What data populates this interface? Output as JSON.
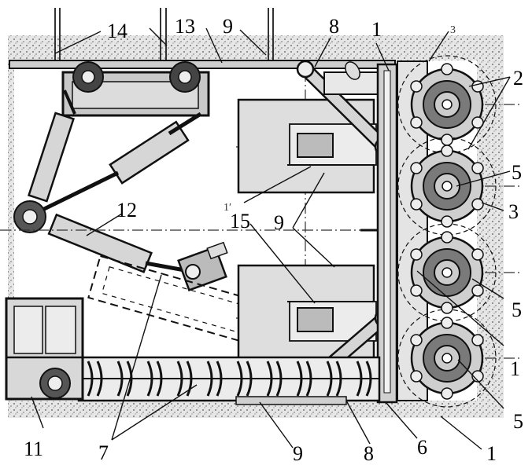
{
  "diagram": {
    "labels": {
      "l14": "14",
      "l13": "13",
      "l9_top": "9",
      "l8_top": "8",
      "l1_top": "1",
      "l3_small": "3",
      "l2": "2",
      "l5_a": "5",
      "l3_right": "3",
      "l12": "12",
      "l1_prime": "1′",
      "l15": "15",
      "l9_mid": "9",
      "l5_b": "5",
      "l1_right": "1",
      "l5_c": "5",
      "l11": "11",
      "l7": "7",
      "l9_bottom": "9",
      "l8_bottom": "8",
      "l6": "6",
      "l1_bottom": "1"
    },
    "colors": {
      "ink": "#111111",
      "soil": "#d9d9d9",
      "metal": "#bdbdbd",
      "dark": "#555555",
      "background": "#ffffff"
    }
  }
}
